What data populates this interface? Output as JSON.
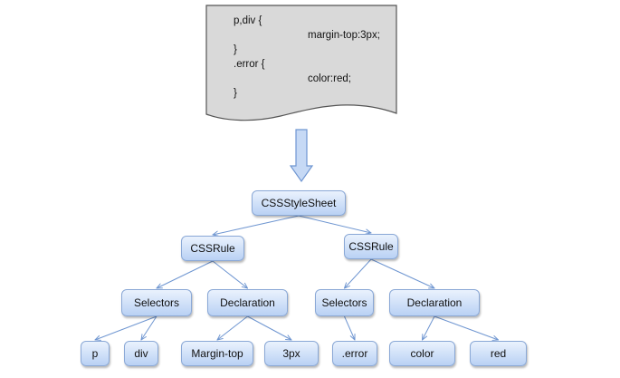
{
  "code": {
    "lines": [
      {
        "text": "p,div {",
        "indent": 0
      },
      {
        "text": "margin-top:3px;",
        "indent": 1
      },
      {
        "text": "}",
        "indent": 0
      },
      {
        "text": ".error {",
        "indent": 0
      },
      {
        "text": "color:red;",
        "indent": 1
      },
      {
        "text": "}",
        "indent": 0
      }
    ]
  },
  "tree": {
    "root": "CSSStyleSheet",
    "rules": [
      {
        "label": "CSSRule",
        "selectors": {
          "label": "Selectors",
          "items": [
            "p",
            "div"
          ]
        },
        "declaration": {
          "label": "Declaration",
          "items": [
            "Margin-top",
            "3px"
          ]
        }
      },
      {
        "label": "CSSRule",
        "selectors": {
          "label": "Selectors",
          "items": [
            ".error"
          ]
        },
        "declaration": {
          "label": "Declaration",
          "items": [
            "color",
            "red"
          ]
        }
      }
    ]
  },
  "colors": {
    "node_fill_top": "#eaf2fd",
    "node_fill_bottom": "#b9d1f4",
    "node_border": "#8aa8d6",
    "connector": "#6f96d1",
    "arrow_fill": "#c6d9f5",
    "arrow_stroke": "#6f96d1",
    "document_fill": "#d9d9d9",
    "document_stroke": "#555555"
  },
  "icons": {
    "document": "document-shape",
    "arrow": "down-arrow-icon"
  }
}
